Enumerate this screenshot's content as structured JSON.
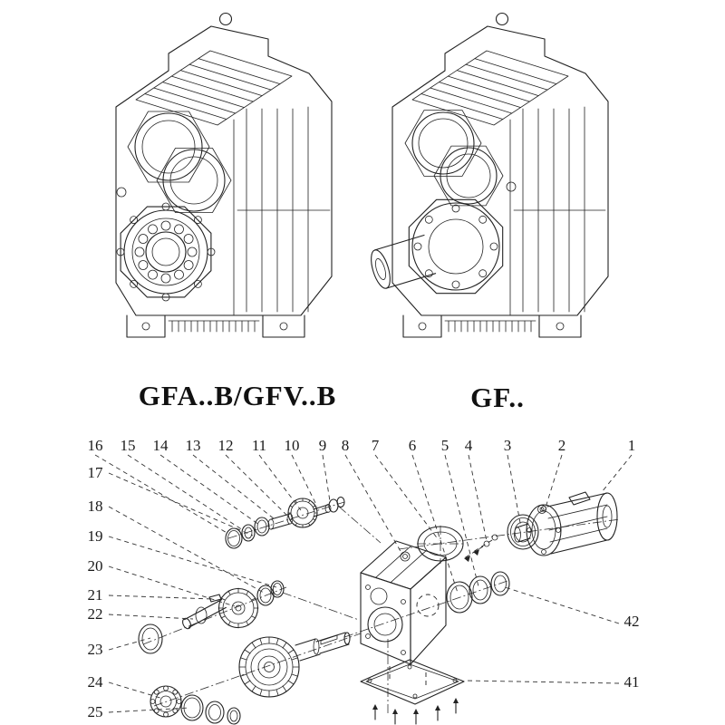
{
  "colors": {
    "line": "#222222",
    "background": "#ffffff"
  },
  "models": {
    "left_label": "GFA..B/GFV..B",
    "right_label": "GF.."
  },
  "callouts": {
    "top": [
      "16",
      "15",
      "14",
      "13",
      "12",
      "11",
      "10",
      "9",
      "8",
      "7",
      "6",
      "5",
      "4",
      "3",
      "2",
      "1"
    ],
    "left": [
      "17",
      "18",
      "19",
      "20",
      "21",
      "22",
      "23",
      "24",
      "25"
    ],
    "right": [
      "42",
      "41"
    ]
  }
}
